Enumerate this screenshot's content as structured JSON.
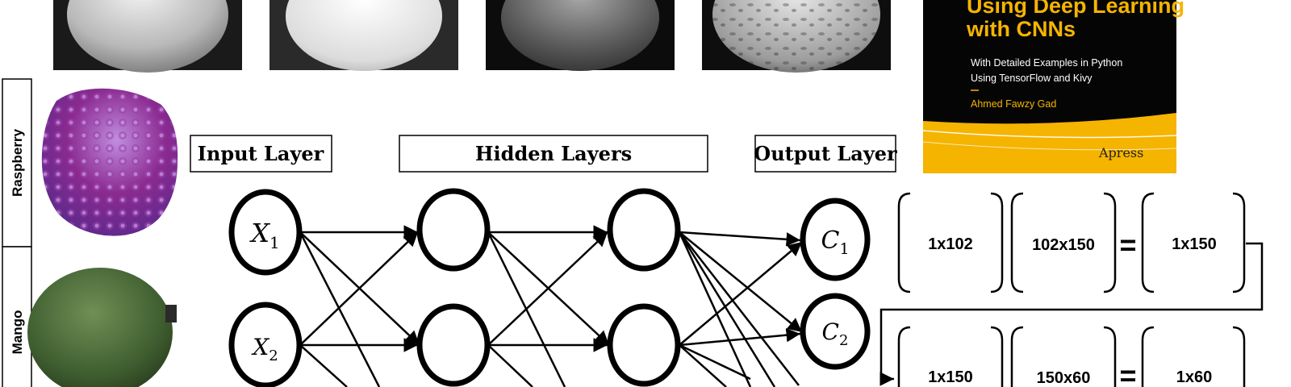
{
  "fruit_labels": [
    "Raspberry",
    "Mango"
  ],
  "network": {
    "layer_headers": [
      "Input Layer",
      "Hidden Layers",
      "Output Layer"
    ],
    "inputs": [
      {
        "base": "X",
        "sub": "1"
      },
      {
        "base": "X",
        "sub": "2"
      }
    ],
    "outputs": [
      {
        "base": "C",
        "sub": "1"
      },
      {
        "base": "C",
        "sub": "2"
      }
    ]
  },
  "book": {
    "title_line1": "Using Deep Learning",
    "title_line2": "with CNNs",
    "subtitle_line1": "With Detailed Examples in Python",
    "subtitle_line2": "Using TensorFlow and Kivy",
    "author": "Ahmed Fawzy Gad",
    "publisher": "Apress",
    "colors": {
      "background": "#050505",
      "accent": "#f5b400"
    }
  },
  "equations": [
    {
      "a": "1x102",
      "b": "102x150",
      "op": "=",
      "result": "1x150"
    },
    {
      "a": "1x150",
      "b": "150x60",
      "op": "=",
      "result": "1x60"
    }
  ]
}
